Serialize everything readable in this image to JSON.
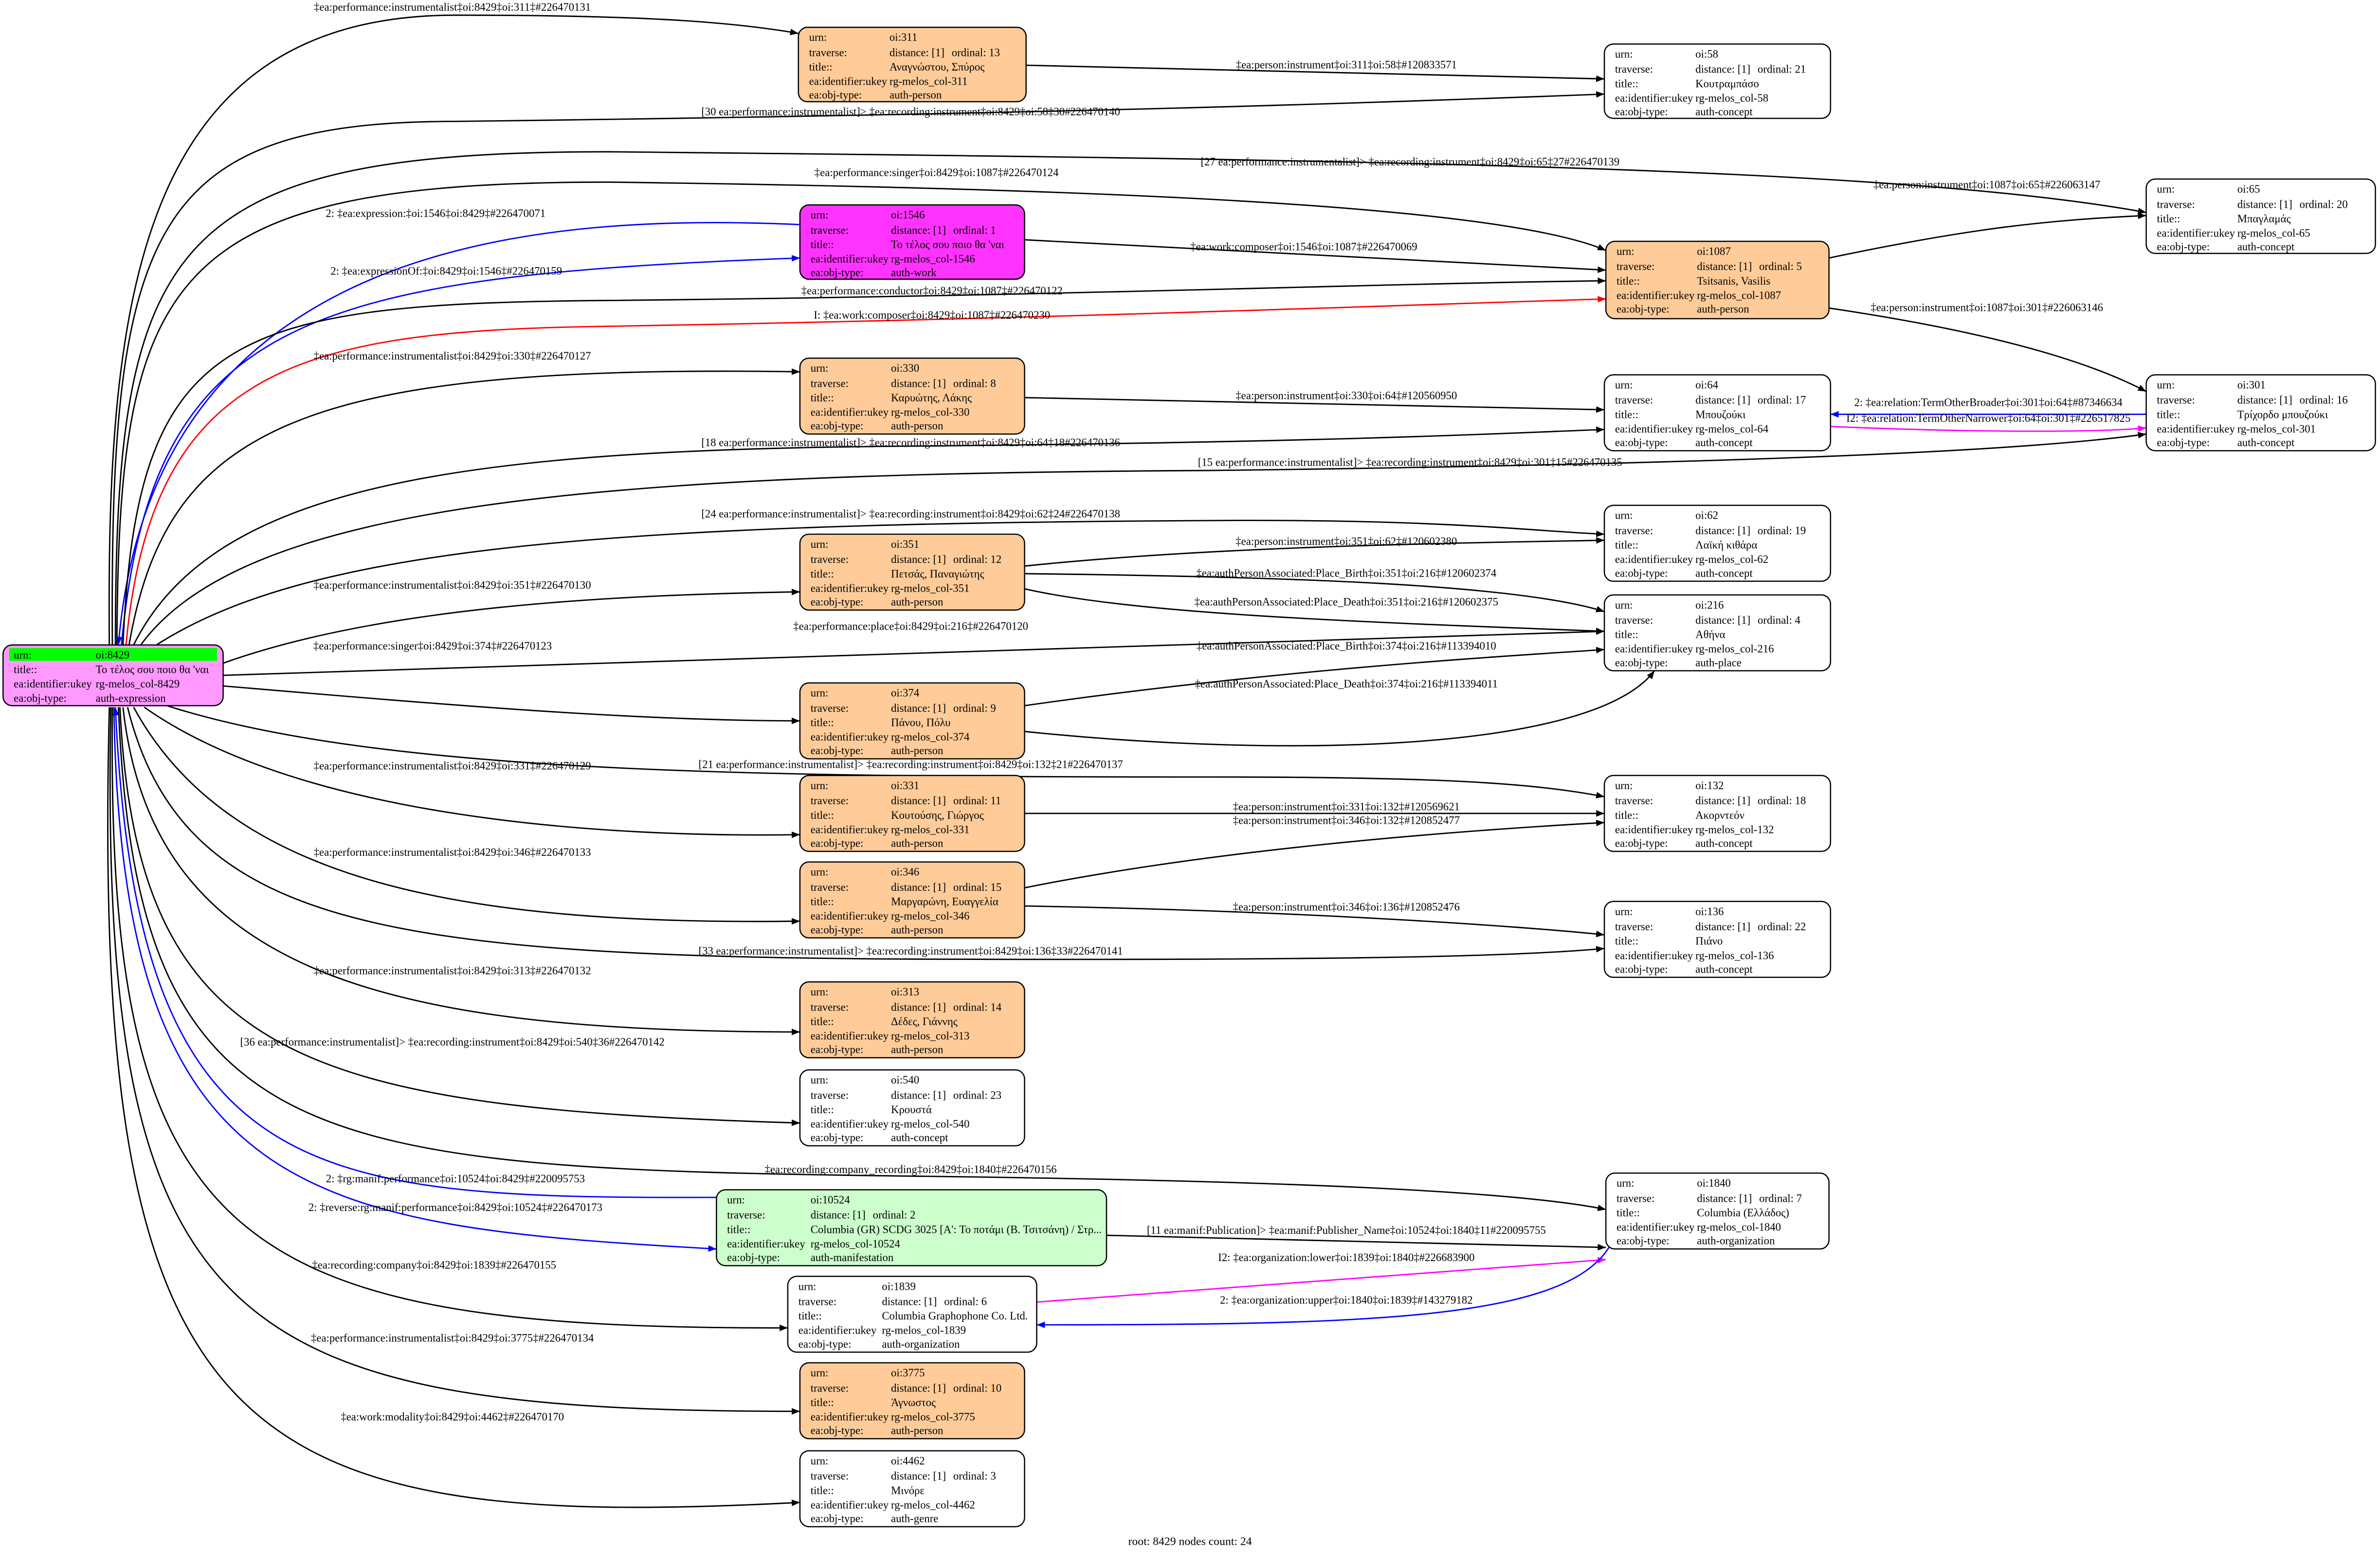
{
  "field_labels": {
    "urn": "urn:",
    "traverse": "traverse:",
    "title": "title::",
    "ukey": "ea:identifier:ukey",
    "obj_type": "ea:obj-type:"
  },
  "colors": {
    "root": "#ff99ff",
    "root_header": "#00ff00",
    "person": "#ffcc99",
    "work": "#ff33ff",
    "manifestation": "#ccffcc",
    "default": "#ffffff",
    "edge_black": "#000000",
    "edge_blue": "#0000ff",
    "edge_red": "#ff0000",
    "edge_magenta": "#ff00ff"
  },
  "nodes": [
    {
      "id": "8429",
      "urn": "oi:8429",
      "title": "Το τέλος σου ποιο θα 'ναι",
      "ukey": "rg-melos_col-8429",
      "obj_type": "auth-expression",
      "kind": "root"
    },
    {
      "id": "311",
      "urn": "oi:311",
      "distance": "distance: [1]",
      "ordinal": "ordinal: 13",
      "title": "Αναγνώστου, Σπύρος",
      "ukey": "rg-melos_col-311",
      "obj_type": "auth-person",
      "kind": "person"
    },
    {
      "id": "58",
      "urn": "oi:58",
      "distance": "distance: [1]",
      "ordinal": "ordinal: 21",
      "title": "Κουτραμπάσο",
      "ukey": "rg-melos_col-58",
      "obj_type": "auth-concept",
      "kind": "default"
    },
    {
      "id": "65",
      "urn": "oi:65",
      "distance": "distance: [1]",
      "ordinal": "ordinal: 20",
      "title": "Μπαγλαμάς",
      "ukey": "rg-melos_col-65",
      "obj_type": "auth-concept",
      "kind": "default"
    },
    {
      "id": "1546",
      "urn": "oi:1546",
      "distance": "distance: [1]",
      "ordinal": "ordinal: 1",
      "title": "Το τέλος σου ποιο θα 'ναι",
      "ukey": "rg-melos_col-1546",
      "obj_type": "auth-work",
      "kind": "work"
    },
    {
      "id": "1087",
      "urn": "oi:1087",
      "distance": "distance: [1]",
      "ordinal": "ordinal: 5",
      "title": "Tsitsanis, Vasilis",
      "ukey": "rg-melos_col-1087",
      "obj_type": "auth-person",
      "kind": "person"
    },
    {
      "id": "330",
      "urn": "oi:330",
      "distance": "distance: [1]",
      "ordinal": "ordinal: 8",
      "title": "Καρυώτης, Λάκης",
      "ukey": "rg-melos_col-330",
      "obj_type": "auth-person",
      "kind": "person"
    },
    {
      "id": "64",
      "urn": "oi:64",
      "distance": "distance: [1]",
      "ordinal": "ordinal: 17",
      "title": "Μπουζούκι",
      "ukey": "rg-melos_col-64",
      "obj_type": "auth-concept",
      "kind": "default"
    },
    {
      "id": "301",
      "urn": "oi:301",
      "distance": "distance: [1]",
      "ordinal": "ordinal: 16",
      "title": "Τρίχορδο μπουζούκι",
      "ukey": "rg-melos_col-301",
      "obj_type": "auth-concept",
      "kind": "default"
    },
    {
      "id": "62",
      "urn": "oi:62",
      "distance": "distance: [1]",
      "ordinal": "ordinal: 19",
      "title": "Λαϊκή κιθάρα",
      "ukey": "rg-melos_col-62",
      "obj_type": "auth-concept",
      "kind": "default"
    },
    {
      "id": "351",
      "urn": "oi:351",
      "distance": "distance: [1]",
      "ordinal": "ordinal: 12",
      "title": "Πετσάς, Παναγιώτης",
      "ukey": "rg-melos_col-351",
      "obj_type": "auth-person",
      "kind": "person"
    },
    {
      "id": "216",
      "urn": "oi:216",
      "distance": "distance: [1]",
      "ordinal": "ordinal: 4",
      "title": "Αθήνα",
      "ukey": "rg-melos_col-216",
      "obj_type": "auth-place",
      "kind": "default"
    },
    {
      "id": "374",
      "urn": "oi:374",
      "distance": "distance: [1]",
      "ordinal": "ordinal: 9",
      "title": "Πάνου, Πόλυ",
      "ukey": "rg-melos_col-374",
      "obj_type": "auth-person",
      "kind": "person"
    },
    {
      "id": "132",
      "urn": "oi:132",
      "distance": "distance: [1]",
      "ordinal": "ordinal: 18",
      "title": "Ακορντεόν",
      "ukey": "rg-melos_col-132",
      "obj_type": "auth-concept",
      "kind": "default"
    },
    {
      "id": "331",
      "urn": "oi:331",
      "distance": "distance: [1]",
      "ordinal": "ordinal: 11",
      "title": "Κουτούσης, Γιώργος",
      "ukey": "rg-melos_col-331",
      "obj_type": "auth-person",
      "kind": "person"
    },
    {
      "id": "346",
      "urn": "oi:346",
      "distance": "distance: [1]",
      "ordinal": "ordinal: 15",
      "title": "Μαργαρώνη, Ευαγγελία",
      "ukey": "rg-melos_col-346",
      "obj_type": "auth-person",
      "kind": "person"
    },
    {
      "id": "136",
      "urn": "oi:136",
      "distance": "distance: [1]",
      "ordinal": "ordinal: 22",
      "title": "Πιάνο",
      "ukey": "rg-melos_col-136",
      "obj_type": "auth-concept",
      "kind": "default"
    },
    {
      "id": "313",
      "urn": "oi:313",
      "distance": "distance: [1]",
      "ordinal": "ordinal: 14",
      "title": "Δέδες, Γιάννης",
      "ukey": "rg-melos_col-313",
      "obj_type": "auth-person",
      "kind": "person"
    },
    {
      "id": "540",
      "urn": "oi:540",
      "distance": "distance: [1]",
      "ordinal": "ordinal: 23",
      "title": "Κρουστά",
      "ukey": "rg-melos_col-540",
      "obj_type": "auth-concept",
      "kind": "default"
    },
    {
      "id": "10524",
      "urn": "oi:10524",
      "distance": "distance: [1]",
      "ordinal": "ordinal: 2",
      "title": "Columbia (GR) SCDG 3025 [A': Το ποτάμι (Β. Τσιτσάνη) / Στρ...",
      "ukey": "rg-melos_col-10524",
      "obj_type": "auth-manifestation",
      "kind": "manifestation"
    },
    {
      "id": "1840",
      "urn": "oi:1840",
      "distance": "distance: [1]",
      "ordinal": "ordinal: 7",
      "title": "Columbia (Ελλάδος)",
      "ukey": "rg-melos_col-1840",
      "obj_type": "auth-organization",
      "kind": "default"
    },
    {
      "id": "1839",
      "urn": "oi:1839",
      "distance": "distance: [1]",
      "ordinal": "ordinal: 6",
      "title": "Columbia Graphophone Co. Ltd.",
      "ukey": "rg-melos_col-1839",
      "obj_type": "auth-organization",
      "kind": "default"
    },
    {
      "id": "3775",
      "urn": "oi:3775",
      "distance": "distance: [1]",
      "ordinal": "ordinal: 10",
      "title": "Άγνωστος",
      "ukey": "rg-melos_col-3775",
      "obj_type": "auth-person",
      "kind": "person"
    },
    {
      "id": "4462",
      "urn": "oi:4462",
      "distance": "distance: [1]",
      "ordinal": "ordinal: 3",
      "title": "Μινόρε",
      "ukey": "rg-melos_col-4462",
      "obj_type": "auth-genre",
      "kind": "default"
    }
  ],
  "edges": [
    {
      "from": "8429",
      "to": "311",
      "color": "black",
      "label": "‡ea:performance:instrumentalist‡oi:8429‡oi:311‡#226470131"
    },
    {
      "from": "311",
      "to": "58",
      "color": "black",
      "label": "‡ea:person:instrument‡oi:311‡oi:58‡#120833571"
    },
    {
      "from": "8429",
      "to": "58",
      "color": "black",
      "label": "[30 ea:performance:instrumentalist]> ‡ea:recording:instrument‡oi:8429‡oi:58‡30#226470140"
    },
    {
      "from": "8429",
      "to": "65",
      "color": "black",
      "label": "[27 ea:performance:instrumentalist]> ‡ea:recording:instrument‡oi:8429‡oi:65‡27#226470139"
    },
    {
      "from": "8429",
      "to": "1087",
      "color": "black",
      "label": "‡ea:performance:singer‡oi:8429‡oi:1087‡#226470124"
    },
    {
      "from": "1546",
      "to": "8429",
      "color": "blue",
      "label": "2: ‡ea:expression:‡oi:1546‡oi:8429‡#226470071"
    },
    {
      "from": "8429",
      "to": "1546",
      "color": "blue",
      "label": "2: ‡ea:expressionOf:‡oi:8429‡oi:1546‡#226470159"
    },
    {
      "from": "1546",
      "to": "1087",
      "color": "black",
      "label": "‡ea:work:composer‡oi:1546‡oi:1087‡#226470069"
    },
    {
      "from": "1087",
      "to": "65",
      "color": "black",
      "label": "‡ea:person:instrument‡oi:1087‡oi:65‡#226063147"
    },
    {
      "from": "8429",
      "to": "1087",
      "color": "black",
      "label": "‡ea:performance:conductor‡oi:8429‡oi:1087‡#226470122"
    },
    {
      "from": "8429",
      "to": "1087",
      "color": "red",
      "label": "I: ‡ea:work:composer‡oi:8429‡oi:1087‡#226470230"
    },
    {
      "from": "1087",
      "to": "301",
      "color": "black",
      "label": "‡ea:person:instrument‡oi:1087‡oi:301‡#226063146"
    },
    {
      "from": "8429",
      "to": "330",
      "color": "black",
      "label": "‡ea:performance:instrumentalist‡oi:8429‡oi:330‡#226470127"
    },
    {
      "from": "330",
      "to": "64",
      "color": "black",
      "label": "‡ea:person:instrument‡oi:330‡oi:64‡#120560950"
    },
    {
      "from": "301",
      "to": "64",
      "color": "blue",
      "label": "2: ‡ea:relation:TermOtherBroader‡oi:301‡oi:64‡#87346634"
    },
    {
      "from": "64",
      "to": "301",
      "color": "magenta",
      "label": "I2: ‡ea:relation:TermOtherNarrower‡oi:64‡oi:301‡#226517825"
    },
    {
      "from": "8429",
      "to": "64",
      "color": "black",
      "label": "[18 ea:performance:instrumentalist]> ‡ea:recording:instrument‡oi:8429‡oi:64‡18#226470136"
    },
    {
      "from": "8429",
      "to": "301",
      "color": "black",
      "label": "[15 ea:performance:instrumentalist]> ‡ea:recording:instrument‡oi:8429‡oi:301‡15#226470135"
    },
    {
      "from": "8429",
      "to": "62",
      "color": "black",
      "label": "[24 ea:performance:instrumentalist]> ‡ea:recording:instrument‡oi:8429‡oi:62‡24#226470138"
    },
    {
      "from": "351",
      "to": "62",
      "color": "black",
      "label": "‡ea:person:instrument‡oi:351‡oi:62‡#120602380"
    },
    {
      "from": "351",
      "to": "216",
      "color": "black",
      "label": "‡ea:authPersonAssociated:Place_Birth‡oi:351‡oi:216‡#120602374"
    },
    {
      "from": "8429",
      "to": "351",
      "color": "black",
      "label": "‡ea:performance:instrumentalist‡oi:8429‡oi:351‡#226470130"
    },
    {
      "from": "351",
      "to": "216",
      "color": "black",
      "label": "‡ea:authPersonAssociated:Place_Death‡oi:351‡oi:216‡#120602375"
    },
    {
      "from": "8429",
      "to": "216",
      "color": "black",
      "label": "‡ea:performance:place‡oi:8429‡oi:216‡#226470120"
    },
    {
      "from": "8429",
      "to": "374",
      "color": "black",
      "label": "‡ea:performance:singer‡oi:8429‡oi:374‡#226470123"
    },
    {
      "from": "374",
      "to": "216",
      "color": "black",
      "label": "‡ea:authPersonAssociated:Place_Birth‡oi:374‡oi:216‡#113394010"
    },
    {
      "from": "374",
      "to": "216",
      "color": "black",
      "label": "‡ea:authPersonAssociated:Place_Death‡oi:374‡oi:216‡#113394011"
    },
    {
      "from": "8429",
      "to": "132",
      "color": "black",
      "label": "[21 ea:performance:instrumentalist]> ‡ea:recording:instrument‡oi:8429‡oi:132‡21#226470137"
    },
    {
      "from": "8429",
      "to": "331",
      "color": "black",
      "label": "‡ea:performance:instrumentalist‡oi:8429‡oi:331‡#226470129"
    },
    {
      "from": "331",
      "to": "132",
      "color": "black",
      "label": "‡ea:person:instrument‡oi:331‡oi:132‡#120569621"
    },
    {
      "from": "346",
      "to": "132",
      "color": "black",
      "label": "‡ea:person:instrument‡oi:346‡oi:132‡#120852477"
    },
    {
      "from": "8429",
      "to": "346",
      "color": "black",
      "label": "‡ea:performance:instrumentalist‡oi:8429‡oi:346‡#226470133"
    },
    {
      "from": "346",
      "to": "136",
      "color": "black",
      "label": "‡ea:person:instrument‡oi:346‡oi:136‡#120852476"
    },
    {
      "from": "8429",
      "to": "136",
      "color": "black",
      "label": "[33 ea:performance:instrumentalist]> ‡ea:recording:instrument‡oi:8429‡oi:136‡33#226470141"
    },
    {
      "from": "8429",
      "to": "313",
      "color": "black",
      "label": "‡ea:performance:instrumentalist‡oi:8429‡oi:313‡#226470132"
    },
    {
      "from": "8429",
      "to": "540",
      "color": "black",
      "label": "[36 ea:performance:instrumentalist]> ‡ea:recording:instrument‡oi:8429‡oi:540‡36#226470142"
    },
    {
      "from": "8429",
      "to": "1840",
      "color": "black",
      "label": "‡ea:recording:company_recording‡oi:8429‡oi:1840‡#226470156"
    },
    {
      "from": "10524",
      "to": "8429",
      "color": "blue",
      "label": "2: ‡rg:manif:performance‡oi:10524‡oi:8429‡#220095753"
    },
    {
      "from": "8429",
      "to": "10524",
      "color": "blue",
      "label": "2: ‡reverse:rg:manif:performance‡oi:8429‡oi:10524‡#226470173"
    },
    {
      "from": "10524",
      "to": "1840",
      "color": "black",
      "label": "[11 ea:manif:Publication]> ‡ea:manif:Publisher_Name‡oi:10524‡oi:1840‡11#220095755"
    },
    {
      "from": "8429",
      "to": "1839",
      "color": "black",
      "label": "‡ea:recording:company‡oi:8429‡oi:1839‡#226470155"
    },
    {
      "from": "1839",
      "to": "1840",
      "color": "magenta",
      "label": "I2: ‡ea:organization:lower‡oi:1839‡oi:1840‡#226683900"
    },
    {
      "from": "1840",
      "to": "1839",
      "color": "blue",
      "label": "2: ‡ea:organization:upper‡oi:1840‡oi:1839‡#143279182"
    },
    {
      "from": "8429",
      "to": "3775",
      "color": "black",
      "label": "‡ea:performance:instrumentalist‡oi:8429‡oi:3775‡#226470134"
    },
    {
      "from": "8429",
      "to": "4462",
      "color": "black",
      "label": "‡ea:work:modality‡oi:8429‡oi:4462‡#226470170"
    }
  ],
  "footer": "root: 8429 nodes count: 24"
}
